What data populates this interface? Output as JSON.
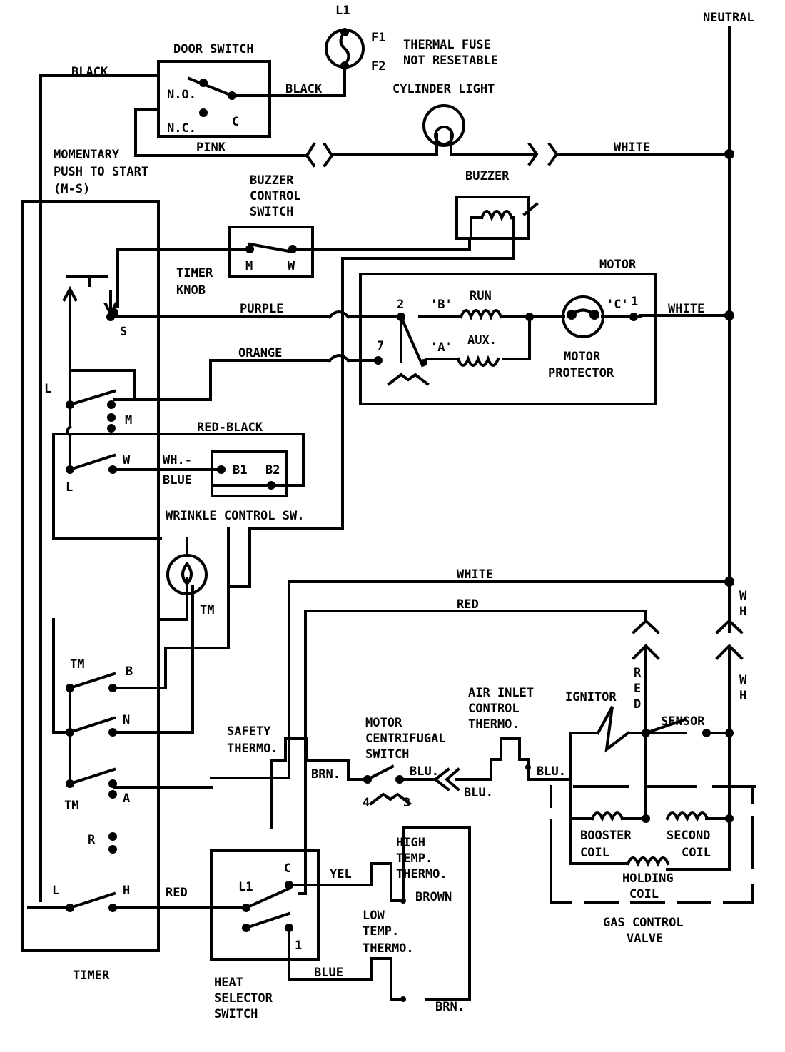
{
  "labels": {
    "neutral": "NEUTRAL",
    "l1": "L1",
    "f1": "F1",
    "f2": "F2",
    "thermal_fuse_1": "THERMAL FUSE",
    "thermal_fuse_2": "NOT RESETABLE",
    "door_switch": "DOOR SWITCH",
    "door_no": "N.O.",
    "door_nc": "N.C.",
    "door_c": "C",
    "black_top": "BLACK",
    "black_right": "BLACK",
    "cylinder_light": "CYLINDER LIGHT",
    "pink": "PINK",
    "white_top": "WHITE",
    "momentary_1": "MOMENTARY",
    "momentary_2": "PUSH TO START",
    "momentary_3": "(M-S)",
    "buzzer_control_1": "BUZZER",
    "buzzer_control_2": "CONTROL",
    "buzzer_control_3": "SWITCH",
    "buzzer_m": "M",
    "buzzer_w": "W",
    "buzzer": "BUZZER",
    "timer_knob_1": "TIMER",
    "timer_knob_2": "KNOB",
    "motor": "MOTOR",
    "purple": "PURPLE",
    "orange": "ORANGE",
    "white_motor": "WHITE",
    "term_2": "2",
    "term_b": "'B'",
    "run": "RUN",
    "term_c": "'C'",
    "term_1": "1",
    "term_7": "7",
    "term_a": "'A'",
    "aux": "AUX.",
    "motor_protector_1": "MOTOR",
    "motor_protector_2": "PROTECTOR",
    "timer_s": "S",
    "timer_l_top": "L",
    "timer_m": "M",
    "red_black": "RED-BLACK",
    "timer_w": "W",
    "timer_l_mid": "L",
    "wh_blue_1": "WH.-",
    "wh_blue_2": "BLUE",
    "b1": "B1",
    "b2": "B2",
    "wrinkle": "WRINKLE CONTROL SW.",
    "tm_motor": "TM",
    "white_mid": "WHITE",
    "red_mid": "RED",
    "wh_v1": "W",
    "wh_v2": "H",
    "wh_v3": "W",
    "wh_v4": "H",
    "red_v1": "R",
    "red_v2": "E",
    "red_v3": "D",
    "tm_1": "TM",
    "t_b": "B",
    "t_n": "N",
    "tm_2": "TM",
    "t_a": "A",
    "t_r": "R",
    "t_l_bot": "L",
    "t_h": "H",
    "red_bot": "RED",
    "timer": "TIMER",
    "safety_1": "SAFETY",
    "safety_2": "THERMO.",
    "mcs_1": "MOTOR",
    "mcs_2": "CENTRIFUGAL",
    "mcs_3": "SWITCH",
    "brn": "BRN.",
    "blu_1": "BLU.",
    "blu_2": "BLU.",
    "blu_3": "BLU.",
    "mcs_4": "4",
    "mcs_3n": "3",
    "air_1": "AIR INLET",
    "air_2": "CONTROL",
    "air_3": "THERMO.",
    "ignitor": "IGNITOR",
    "sensor": "SENSOR",
    "booster_1": "BOOSTER",
    "booster_2": "COIL",
    "second_1": "SECOND",
    "second_2": "COIL",
    "holding_1": "HOLDING",
    "holding_2": "COIL",
    "gas_1": "GAS CONTROL",
    "gas_2": "VALVE",
    "hs_l1": "L1",
    "hs_c": "C",
    "hs_1": "1",
    "heat_1": "HEAT",
    "heat_2": "SELECTOR",
    "heat_3": "SWITCH",
    "yel": "YEL",
    "high_1": "HIGH",
    "high_2": "TEMP.",
    "high_3": "THERMO.",
    "brown": "BROWN",
    "low_1": "LOW",
    "low_2": "TEMP.",
    "low_3": "THERMO.",
    "blue_bot": "BLUE",
    "brn_bot": "BRN."
  }
}
